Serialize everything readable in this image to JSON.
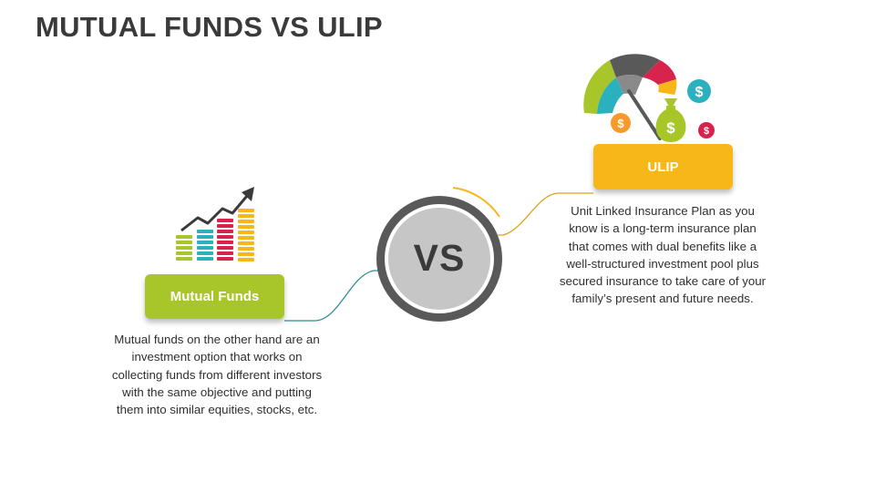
{
  "title": "MUTUAL FUNDS VS ULIP",
  "center": {
    "label": "VS"
  },
  "mutual_funds": {
    "label": "Mutual Funds",
    "description": "Mutual funds on the other hand are an investment option that works on collecting funds from different investors with the same objective and putting them into similar equities, stocks, etc."
  },
  "ulip": {
    "label": "ULIP",
    "description": "Unit Linked Insurance Plan as you know is a long-term insurance plan that comes with dual benefits like a well-structured investment pool plus secured insurance to take care of your family’s present and future needs."
  },
  "colors": {
    "green": "#a8c52a",
    "yellow": "#f8b719",
    "teal": "#2bb0bd",
    "red": "#d8234d",
    "orange": "#f59a2b",
    "circle_ring": "#595959",
    "circle_fill": "#c8c8c8",
    "text_dark": "#3a3a3a"
  },
  "icons": {
    "left": [
      "coin-stacks-icon",
      "trend-arrow-icon"
    ],
    "right": [
      "umbrella-icon",
      "money-bag-icon",
      "dollar-coin-icon"
    ]
  }
}
